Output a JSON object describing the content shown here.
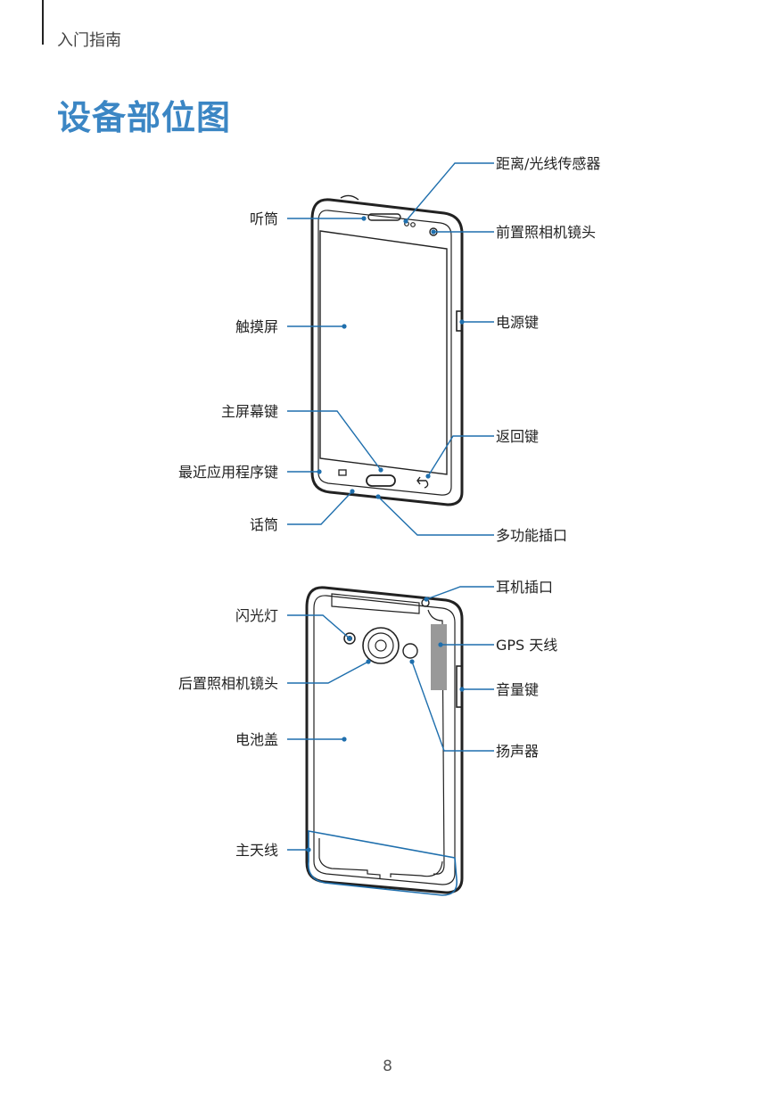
{
  "header": {
    "section": "入门指南"
  },
  "page": {
    "title": "设备部位图",
    "number": "8"
  },
  "colors": {
    "accent": "#3b86c4",
    "leader": "#1f6fad",
    "outline": "#222222",
    "antenna": "#999999"
  },
  "front": {
    "labels": {
      "sensor": "距离/光线传感器",
      "earpiece": "听筒",
      "front_camera": "前置照相机镜头",
      "touchscreen": "触摸屏",
      "power_key": "电源键",
      "home_key": "主屏幕键",
      "back_key": "返回键",
      "recent_apps_key": "最近应用程序键",
      "microphone": "话筒",
      "multipurpose_jack": "多功能插口"
    }
  },
  "back": {
    "labels": {
      "headset_jack": "耳机插口",
      "flash": "闪光灯",
      "gps_antenna": "GPS 天线",
      "rear_camera": "后置照相机镜头",
      "volume_key": "音量键",
      "back_cover": "电池盖",
      "speaker": "扬声器",
      "main_antenna": "主天线"
    }
  }
}
